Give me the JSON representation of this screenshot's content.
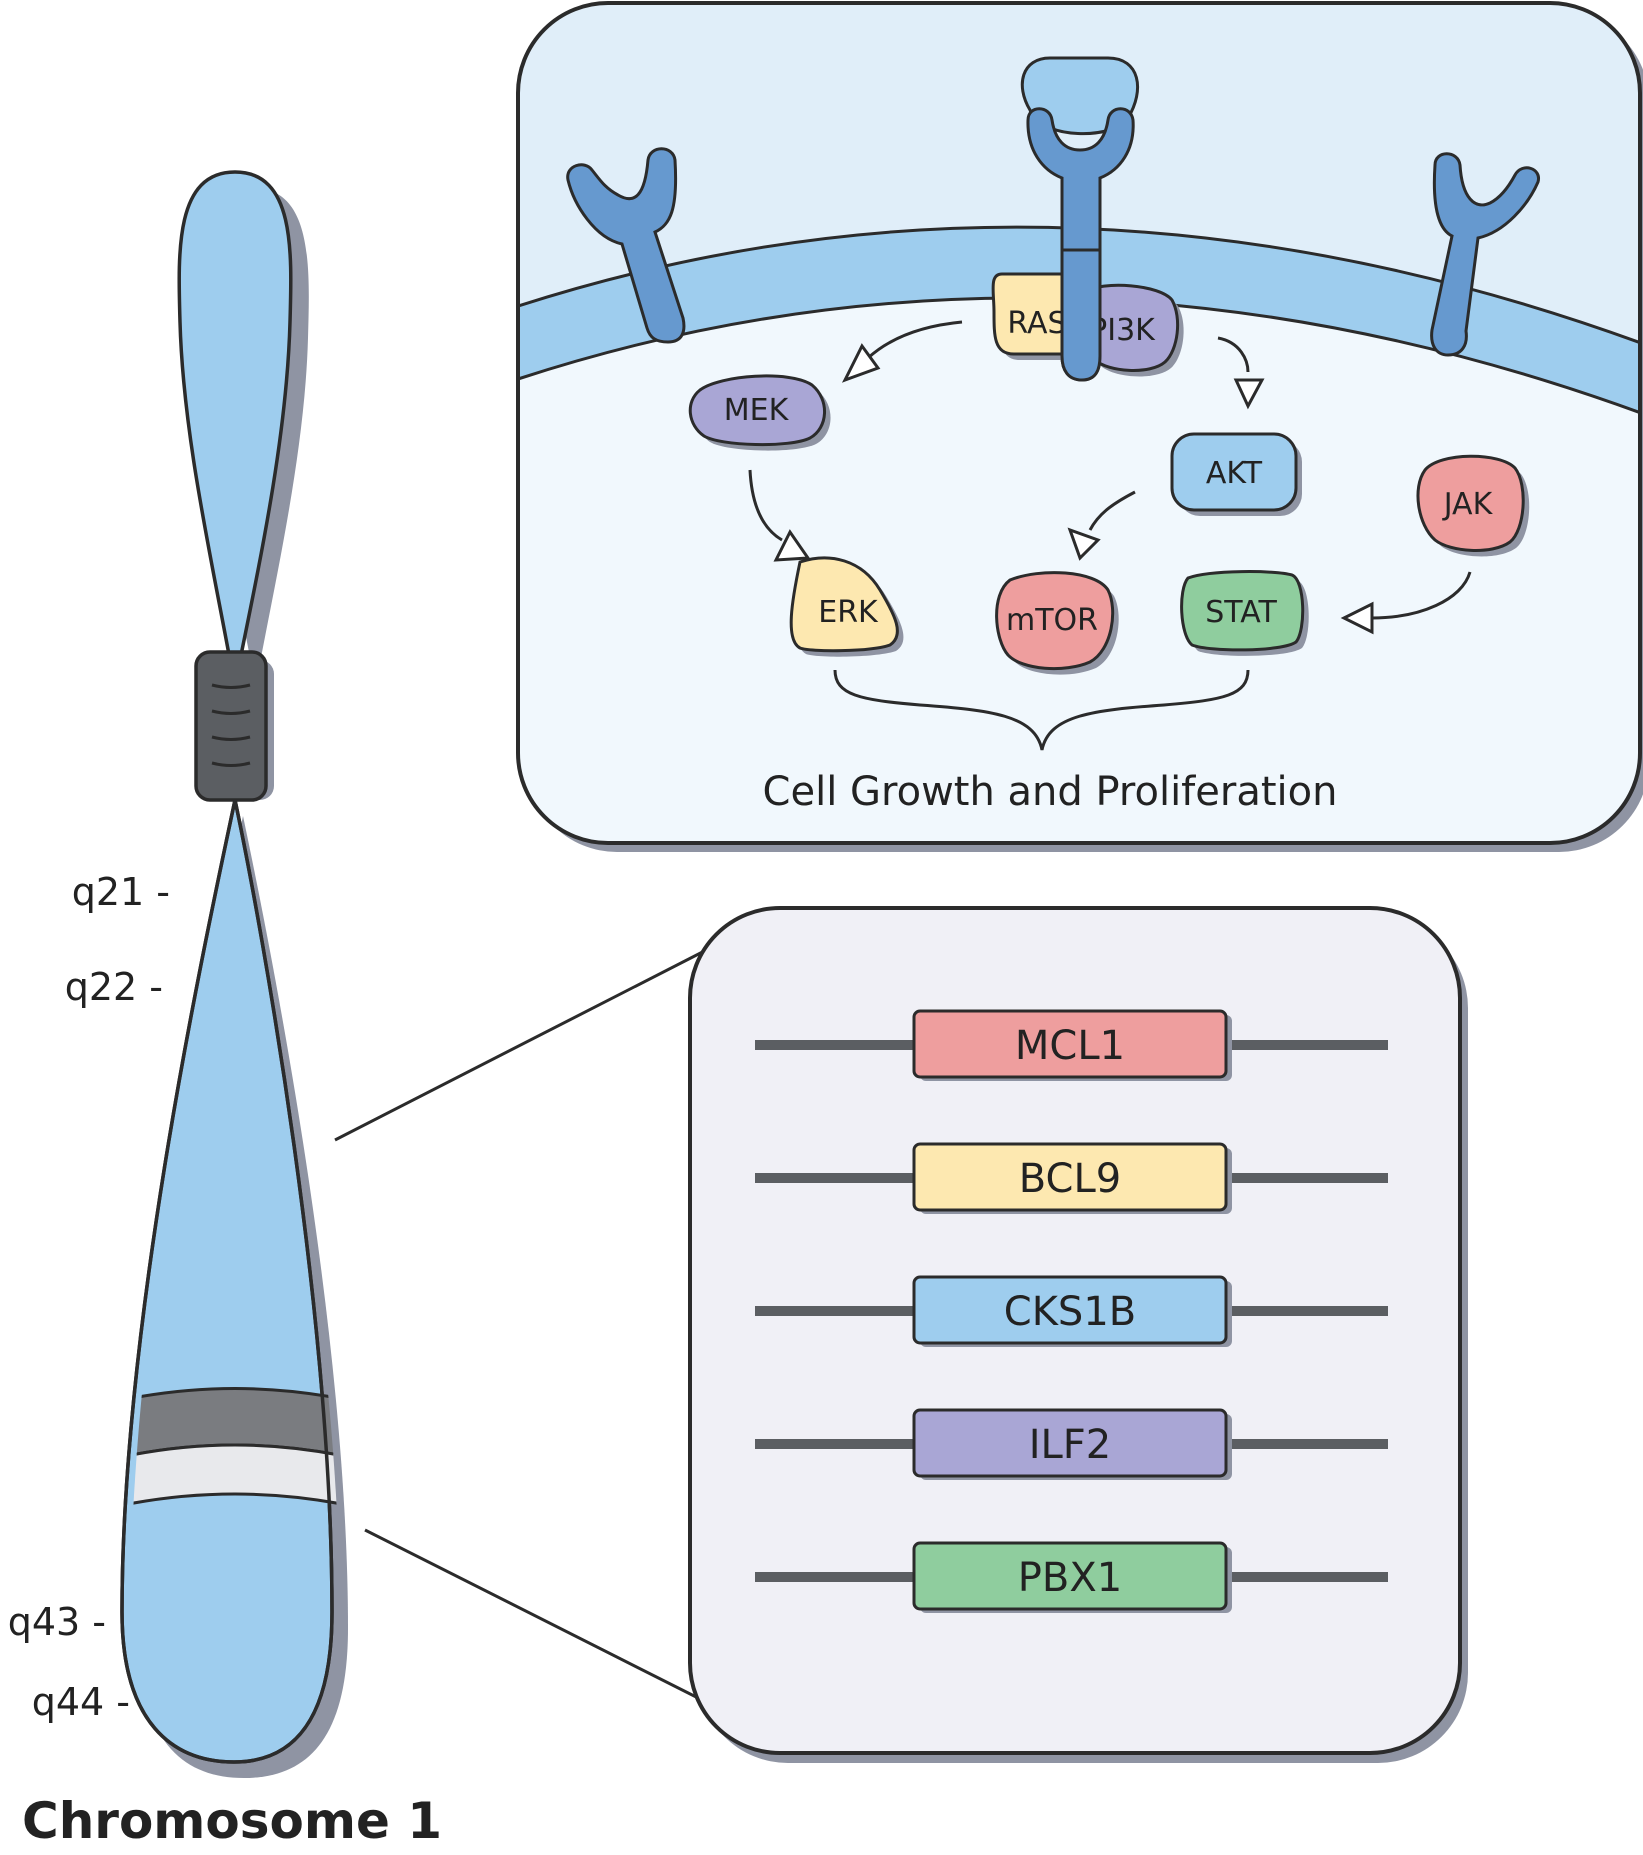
{
  "chromosome": {
    "title": "Chromosome 1",
    "bands": [
      "q21 -",
      "q22 -",
      "q43 -",
      "q44 -"
    ]
  },
  "pathway": {
    "caption": "Cell Growth and Proliferation",
    "proteins": {
      "ras": "RAS",
      "pi3k": "PI3K",
      "mek": "MEK",
      "akt": "AKT",
      "jak": "JAK",
      "erk": "ERK",
      "mtor": "mTOR",
      "stat": "STAT"
    }
  },
  "genes": [
    "MCL1",
    "BCL9",
    "CKS1B",
    "ILF2",
    "PBX1"
  ],
  "colors": {
    "chromosome": "#9ecdee",
    "centromere": "#5b5e62",
    "receptor": "#6699cf",
    "membrane": "#9ecdee",
    "cell_bg": "#e0eef9",
    "gene_panel_bg": "#f0f0f6",
    "red": "#ee9e9e",
    "yellow": "#fde8b0",
    "blue": "#9ecdee",
    "purple": "#a9a6d5",
    "green": "#8fcd9e",
    "outline": "#333333"
  }
}
